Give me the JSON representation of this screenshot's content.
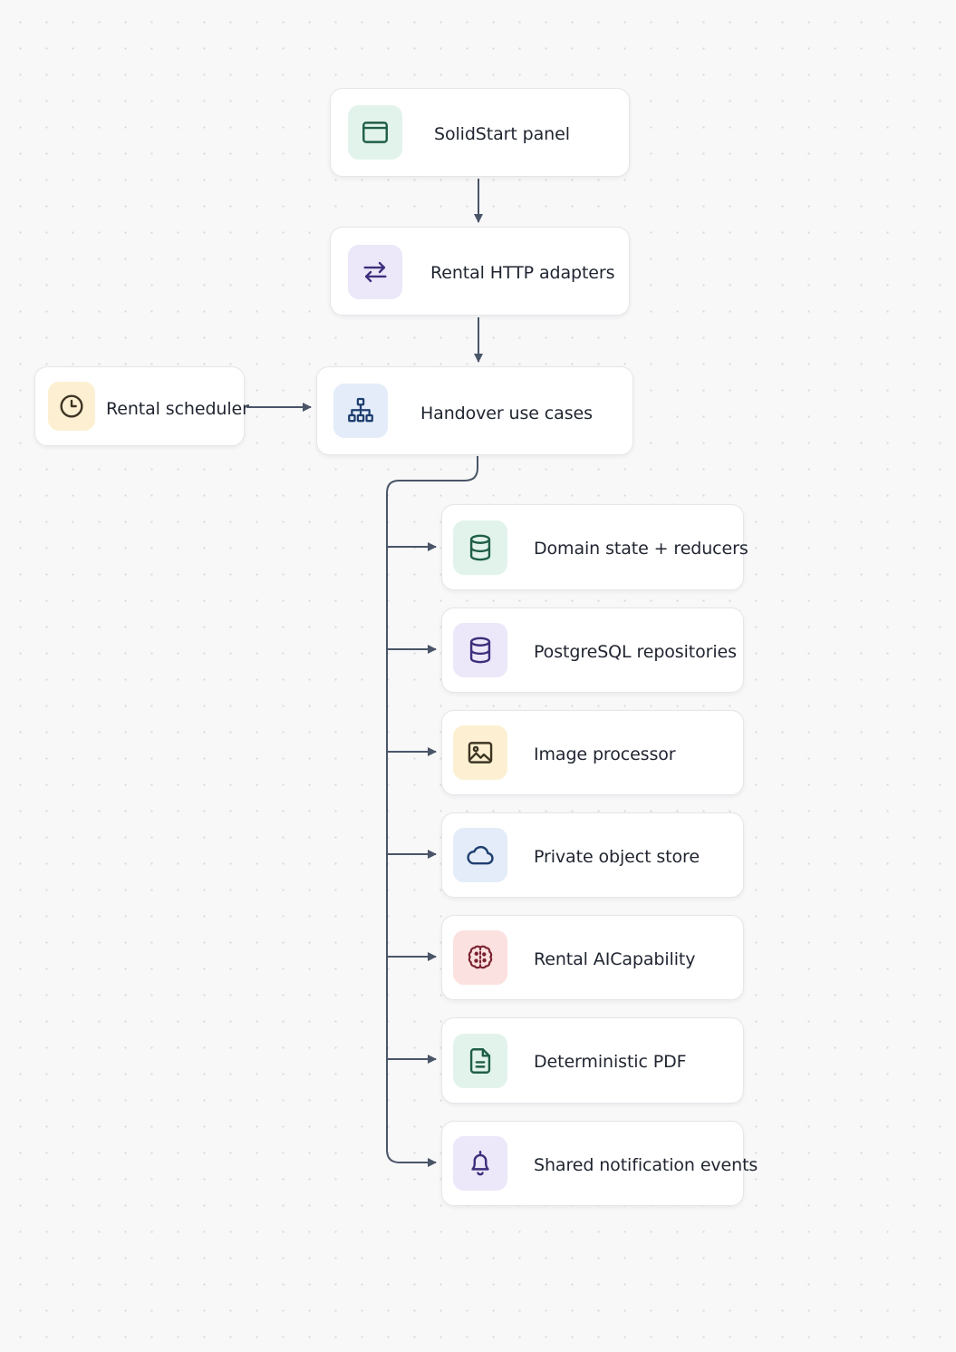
{
  "nodes": {
    "solidstart_panel": {
      "label": "SolidStart panel",
      "icon": "browser-window-icon"
    },
    "rental_http_adapters": {
      "label": "Rental HTTP adapters",
      "icon": "arrows-exchange-icon"
    },
    "rental_scheduler": {
      "label": "Rental scheduler",
      "icon": "clock-icon"
    },
    "handover_use_cases": {
      "label": "Handover use cases",
      "icon": "hierarchy-icon"
    },
    "domain_state_reducers": {
      "label": "Domain state + reducers",
      "icon": "database-icon"
    },
    "postgresql_repositories": {
      "label": "PostgreSQL repositories",
      "icon": "database-icon"
    },
    "image_processor": {
      "label": "Image processor",
      "icon": "image-icon"
    },
    "private_object_store": {
      "label": "Private object store",
      "icon": "cloud-icon"
    },
    "rental_aicapability": {
      "label": "Rental AICapability",
      "icon": "brain-icon"
    },
    "deterministic_pdf": {
      "label": "Deterministic PDF",
      "icon": "file-text-icon"
    },
    "shared_notification_events": {
      "label": "Shared notification events",
      "icon": "bell-icon"
    }
  },
  "colors": {
    "edge": "#4a5568",
    "icon_green": "#1f5e47",
    "icon_purple": "#3d2e7c",
    "icon_yellow": "#3d3523",
    "icon_blue": "#1f3f70",
    "icon_red": "#7a2230",
    "bg_green": "#e2f3ec",
    "bg_purple": "#ece7f9",
    "bg_yellow": "#fdf0d2",
    "bg_blue": "#e3ecf8",
    "bg_red": "#fbe1df"
  },
  "edges": [
    {
      "from": "solidstart_panel",
      "to": "rental_http_adapters"
    },
    {
      "from": "rental_http_adapters",
      "to": "handover_use_cases"
    },
    {
      "from": "rental_scheduler",
      "to": "handover_use_cases"
    },
    {
      "from": "handover_use_cases",
      "to": "domain_state_reducers"
    },
    {
      "from": "handover_use_cases",
      "to": "postgresql_repositories"
    },
    {
      "from": "handover_use_cases",
      "to": "image_processor"
    },
    {
      "from": "handover_use_cases",
      "to": "private_object_store"
    },
    {
      "from": "handover_use_cases",
      "to": "rental_aicapability"
    },
    {
      "from": "handover_use_cases",
      "to": "deterministic_pdf"
    },
    {
      "from": "handover_use_cases",
      "to": "shared_notification_events"
    }
  ]
}
